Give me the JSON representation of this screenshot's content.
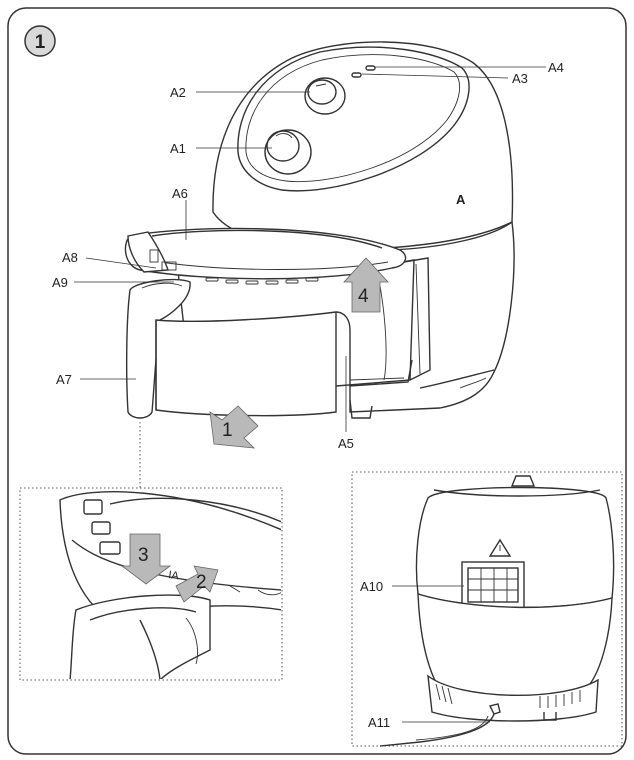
{
  "figure": {
    "number": "1",
    "view_label": "A"
  },
  "callouts": {
    "a1": "A1",
    "a2": "A2",
    "a3": "A3",
    "a4": "A4",
    "a5": "A5",
    "a6": "A6",
    "a7": "A7",
    "a8": "A8",
    "a9": "A9",
    "a10": "A10",
    "a11": "A11"
  },
  "steps": {
    "s1": "1",
    "s2": "2",
    "s3": "3",
    "s4": "4"
  },
  "detail_text": {
    "ia": "IA"
  }
}
